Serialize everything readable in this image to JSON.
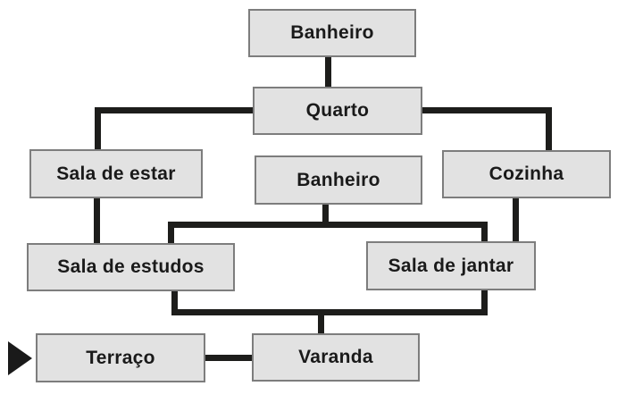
{
  "diagram": {
    "description": "Floor-plan connection diagram of rooms in a house",
    "colors": {
      "background": "#ffffff",
      "node_fill": "#e2e2e2",
      "node_border": "#7d7d7d",
      "edge": "#1d1d1b",
      "text": "#1a1a1a",
      "marker": "#1a1a1a"
    },
    "nodes": [
      {
        "id": "banheiro-top",
        "label": "Banheiro"
      },
      {
        "id": "quarto",
        "label": "Quarto"
      },
      {
        "id": "sala-de-estar",
        "label": "Sala de estar"
      },
      {
        "id": "banheiro-meio",
        "label": "Banheiro"
      },
      {
        "id": "cozinha",
        "label": "Cozinha"
      },
      {
        "id": "sala-de-estudos",
        "label": "Sala de estudos"
      },
      {
        "id": "sala-de-jantar",
        "label": "Sala de jantar"
      },
      {
        "id": "terraco",
        "label": "Terraço"
      },
      {
        "id": "varanda",
        "label": "Varanda"
      }
    ],
    "edges": [
      {
        "from": "banheiro-top",
        "to": "quarto"
      },
      {
        "from": "quarto",
        "to": "sala-de-estar"
      },
      {
        "from": "quarto",
        "to": "cozinha"
      },
      {
        "from": "sala-de-estar",
        "to": "sala-de-estudos"
      },
      {
        "from": "banheiro-meio",
        "to": "sala-de-estudos"
      },
      {
        "from": "banheiro-meio",
        "to": "sala-de-jantar"
      },
      {
        "from": "cozinha",
        "to": "sala-de-jantar"
      },
      {
        "from": "sala-de-estudos",
        "to": "varanda"
      },
      {
        "from": "sala-de-jantar",
        "to": "varanda"
      },
      {
        "from": "terraco",
        "to": "varanda"
      }
    ],
    "marker": {
      "shape": "triangle-right",
      "at_node": "terraco",
      "color": "#1a1a1a"
    }
  }
}
